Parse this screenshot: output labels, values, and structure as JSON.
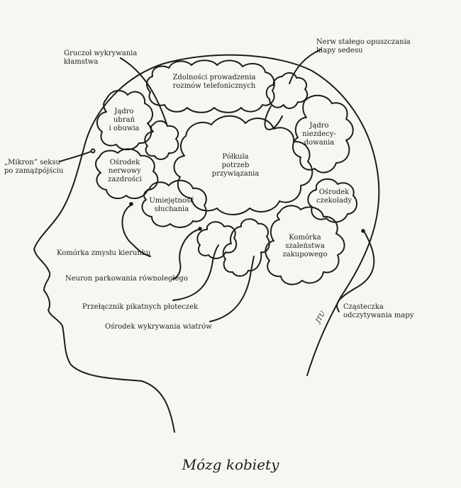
{
  "title": "Mózg kobiety",
  "signature": "JTU",
  "regions": {
    "phone": "Zdolności prowadzenia\nrozmów telefonicznych",
    "clothes": "Jądro\nubrań\ni obuwia",
    "jealousy": "Ośrodek\nnerwowy\nzazdrości",
    "indecision": "Jądro\nniezdecy-\ndowania",
    "hemisphere": "Półkula\npotrzeb\nprzywiązania",
    "listening": "Umiejętność\nsłuchania",
    "chocolate": "Ośrodek\nczekolady",
    "shopping": "Komórka\nszaleństwa\nzakupowego"
  },
  "callouts": {
    "lie_gland": "Gruczoł wykrywania\nkłamstwa",
    "seat_nerve": "Nerw stałego opuszczania\nklapy sedesu",
    "micron": "„Mikron” seksu\npo zamążpójściu",
    "direction": "Komórka zmysłu kierunku",
    "parking": "Neuron parkowania równoległego",
    "fences": "Przełącznik pikatnych płoteczek",
    "winds": "Ośrodek wykrywania wiatrów",
    "map": "Cząsteczka\nodczytywania mapy"
  }
}
